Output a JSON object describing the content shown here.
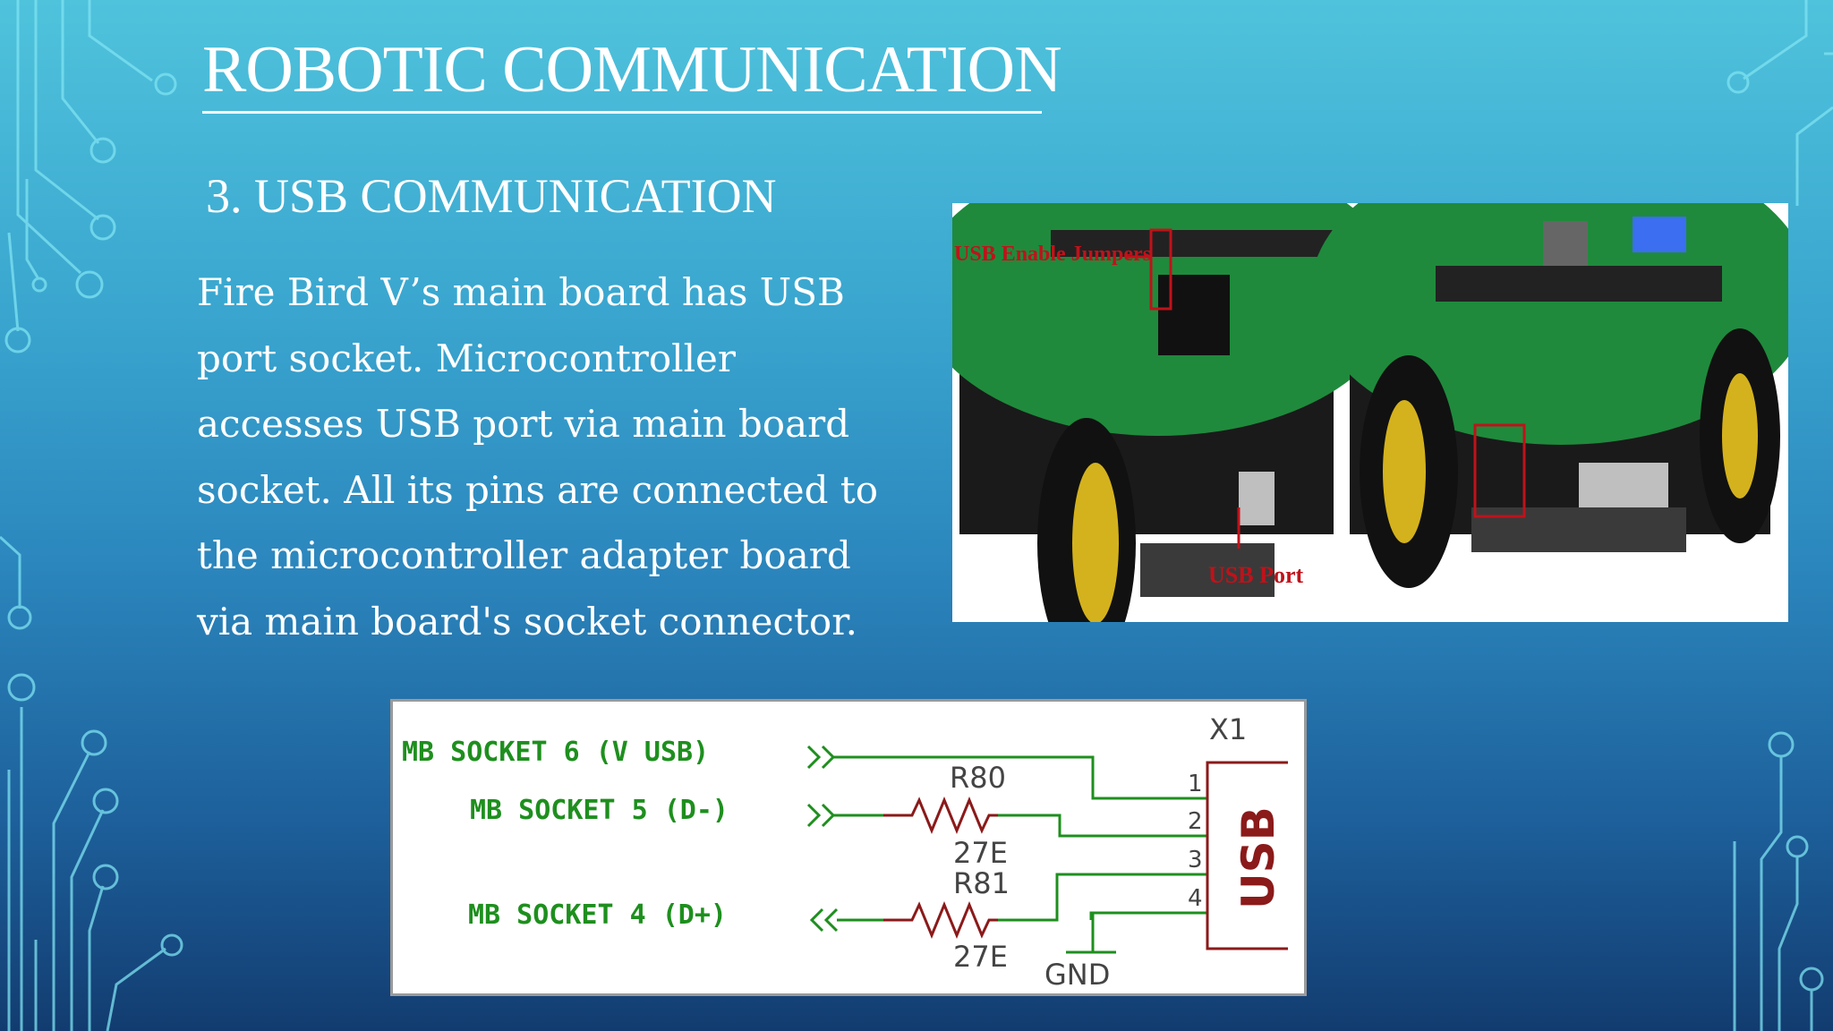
{
  "slide": {
    "title": "ROBOTIC COMMUNICATION",
    "subtitle": "3. USB COMMUNICATION",
    "body_lines": [
      "Fire Bird V’s main board has USB",
      "port socket. Microcontroller",
      "accesses USB port via main board",
      "socket. All its pins are connected to",
      "the microcontroller adapter board",
      "via main board's socket connector."
    ]
  },
  "photo": {
    "label_jumpers": "USB Enable Jumpers",
    "label_port": "USB Port",
    "annotation_color": "#c0121a"
  },
  "schematic": {
    "net_vusb": "MB SOCKET 6 (V USB)",
    "net_dminus": "MB SOCKET 5 (D-)",
    "net_dplus": "MB SOCKET 4 (D+)",
    "r80": "R80",
    "r80_value": "27E",
    "r81": "R81",
    "r81_value": "27E",
    "connector_ref": "X1",
    "connector_name": "USB",
    "pins": [
      "1",
      "2",
      "3",
      "4"
    ],
    "gnd": "GND",
    "wire_color": "#1e8f1e",
    "part_color": "#8b1a1a"
  },
  "colors": {
    "bg_top": "#4fc3dc",
    "bg_bottom": "#123c70",
    "circuit_line": "#7fe3f2"
  }
}
